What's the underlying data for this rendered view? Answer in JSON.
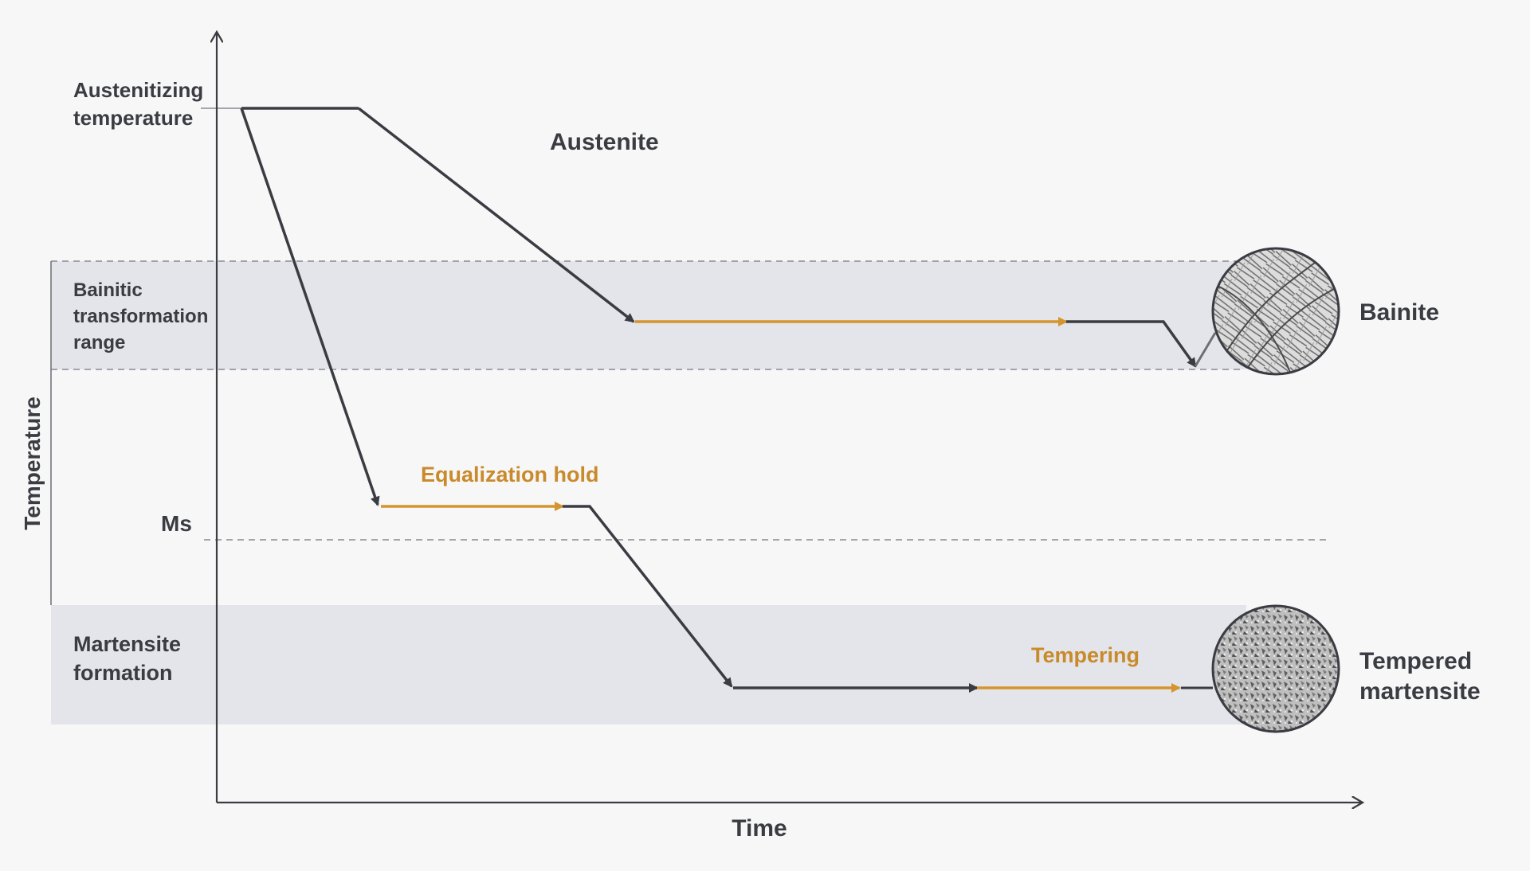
{
  "diagram": {
    "axes": {
      "x_label": "Time",
      "y_label": "Temperature"
    },
    "levels": {
      "austenitizing": "Austenitizing temperature",
      "ms": "Ms"
    },
    "bands": {
      "bainitic": {
        "lines": [
          "Bainitic",
          "transformation",
          "range"
        ]
      },
      "martensite": {
        "lines": [
          "Martensite",
          "formation"
        ]
      }
    },
    "phase_region": "Austenite",
    "annotations": {
      "equalization": "Equalization hold",
      "tempering": "Tempering"
    },
    "results": {
      "bainite": "Bainite",
      "tempered_martensite": [
        "Tempered",
        "martensite"
      ]
    },
    "colors": {
      "line": "#3a3c42",
      "hold": "#d4952e",
      "band": "#e3e5ea",
      "background": "#f7f7f8"
    }
  }
}
